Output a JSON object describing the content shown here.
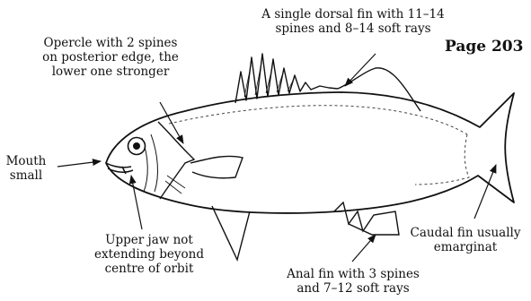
{
  "page": {
    "number_label": "Page 203"
  },
  "labels": {
    "dorsal_fin": [
      "A single dorsal fin with 11–14",
      "spines and 8–14 soft rays"
    ],
    "opercle": [
      "Opercle with 2 spines",
      "on posterior edge, the",
      "lower one stronger"
    ],
    "mouth": [
      "Mouth",
      "small"
    ],
    "upper_jaw": [
      "Upper jaw not",
      "extending beyond",
      "centre of orbit"
    ],
    "anal_fin": [
      "Anal fin with 3 spines",
      "and 7–12 soft rays"
    ],
    "caudal_fin": [
      "Caudal fin usually",
      "emarginat"
    ]
  },
  "colors": {
    "ink": "#111111",
    "background": "#ffffff"
  }
}
